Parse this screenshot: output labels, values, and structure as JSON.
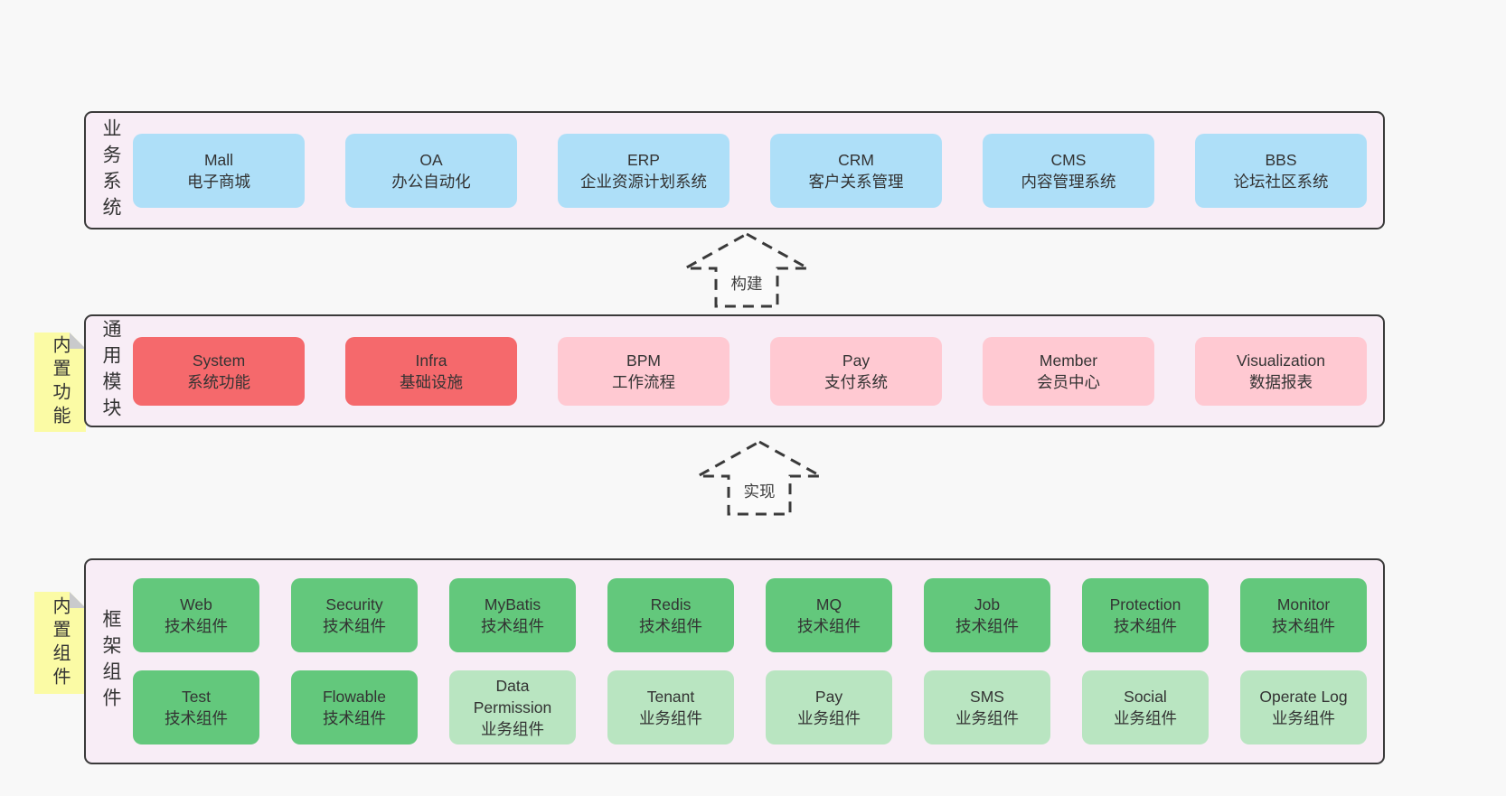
{
  "diagram": {
    "colors": {
      "page_bg": "#f8f8f8",
      "section_bg": "#f8edf6",
      "border": "#3a3a3a",
      "blue": "#aedff8",
      "red": "#f5696c",
      "pink": "#ffc9d2",
      "green": "#63c87c",
      "light_green": "#b9e5c1",
      "note_yellow": "#fbfba5",
      "note_fold": "#c9cacc",
      "text": "#333333"
    },
    "arrows": [
      {
        "label": "构建"
      },
      {
        "label": "实现"
      }
    ],
    "sections": [
      {
        "id": "business-systems",
        "side_label": "业务系统",
        "sticky_note": null,
        "rows": [
          [
            {
              "title": "Mall",
              "subtitle": "电子商城",
              "variant": "blue"
            },
            {
              "title": "OA",
              "subtitle": "办公自动化",
              "variant": "blue"
            },
            {
              "title": "ERP",
              "subtitle": "企业资源计划系统",
              "variant": "blue"
            },
            {
              "title": "CRM",
              "subtitle": "客户关系管理",
              "variant": "blue"
            },
            {
              "title": "CMS",
              "subtitle": "内容管理系统",
              "variant": "blue"
            },
            {
              "title": "BBS",
              "subtitle": "论坛社区系统",
              "variant": "blue"
            }
          ]
        ]
      },
      {
        "id": "common-modules",
        "side_label": "通用模块",
        "sticky_note": "内置功能",
        "rows": [
          [
            {
              "title": "System",
              "subtitle": "系统功能",
              "variant": "red"
            },
            {
              "title": "Infra",
              "subtitle": "基础设施",
              "variant": "red"
            },
            {
              "title": "BPM",
              "subtitle": "工作流程",
              "variant": "pink"
            },
            {
              "title": "Pay",
              "subtitle": "支付系统",
              "variant": "pink"
            },
            {
              "title": "Member",
              "subtitle": "会员中心",
              "variant": "pink"
            },
            {
              "title": "Visualization",
              "subtitle": "数据报表",
              "variant": "pink"
            }
          ]
        ]
      },
      {
        "id": "framework-components",
        "side_label": "框架组件",
        "sticky_note": "内置组件",
        "rows": [
          [
            {
              "title": "Web",
              "subtitle": "技术组件",
              "variant": "green"
            },
            {
              "title": "Security",
              "subtitle": "技术组件",
              "variant": "green"
            },
            {
              "title": "MyBatis",
              "subtitle": "技术组件",
              "variant": "green"
            },
            {
              "title": "Redis",
              "subtitle": "技术组件",
              "variant": "green"
            },
            {
              "title": "MQ",
              "subtitle": "技术组件",
              "variant": "green"
            },
            {
              "title": "Job",
              "subtitle": "技术组件",
              "variant": "green"
            },
            {
              "title": "Protection",
              "subtitle": "技术组件",
              "variant": "green"
            },
            {
              "title": "Monitor",
              "subtitle": "技术组件",
              "variant": "green"
            }
          ],
          [
            {
              "title": "Test",
              "subtitle": "技术组件",
              "variant": "green"
            },
            {
              "title": "Flowable",
              "subtitle": "技术组件",
              "variant": "green"
            },
            {
              "title": "Data Permission",
              "subtitle": "业务组件",
              "variant": "lightgreen"
            },
            {
              "title": "Tenant",
              "subtitle": "业务组件",
              "variant": "lightgreen"
            },
            {
              "title": "Pay",
              "subtitle": "业务组件",
              "variant": "lightgreen"
            },
            {
              "title": "SMS",
              "subtitle": "业务组件",
              "variant": "lightgreen"
            },
            {
              "title": "Social",
              "subtitle": "业务组件",
              "variant": "lightgreen"
            },
            {
              "title": "Operate Log",
              "subtitle": "业务组件",
              "variant": "lightgreen"
            }
          ]
        ]
      }
    ]
  }
}
